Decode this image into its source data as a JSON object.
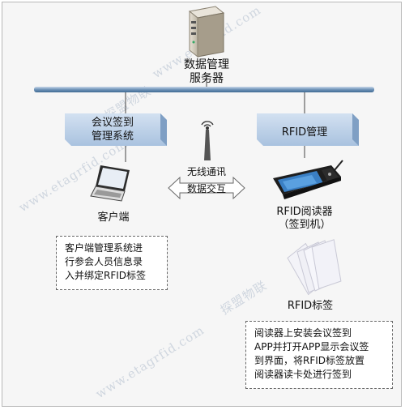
{
  "server": {
    "label_line1": "数据管理",
    "label_line2": "服务器",
    "icon": "server-icon"
  },
  "left_module": {
    "title_line1": "会议签到",
    "title_line2": "管理系统"
  },
  "right_module": {
    "title": "RFID管理"
  },
  "middle": {
    "wireless_label": "无线通讯",
    "data_exchange_label": "数据交互",
    "icon": "antenna-icon"
  },
  "client": {
    "label": "客户端",
    "icon": "laptop-icon"
  },
  "reader": {
    "label_line1": "RFID阅读器",
    "label_line2": "（签到机）",
    "icon": "rfid-reader-icon"
  },
  "tags": {
    "label": "RFID标签",
    "icon": "rfid-card-icon"
  },
  "left_note": {
    "lines": [
      "客户端管理系统进",
      "行参会人员信息录",
      "入并绑定RFID标签"
    ]
  },
  "right_note": {
    "lines": [
      "阅读器上安装会议签到",
      "APP并打开APP显示会议签",
      "到界面，将RFID标签放置",
      "阅读器读卡处进行签到"
    ]
  },
  "watermarks": [
    "www.etagrfid.com",
    "www.etagrfid.com",
    "www.etagrfid.com",
    "探盟物联",
    "探盟物联"
  ],
  "colors": {
    "bus": "#5b7fa3",
    "banner": "#b8cde6",
    "banner_dark": "#7f9fc4",
    "note_border": "#666666"
  }
}
